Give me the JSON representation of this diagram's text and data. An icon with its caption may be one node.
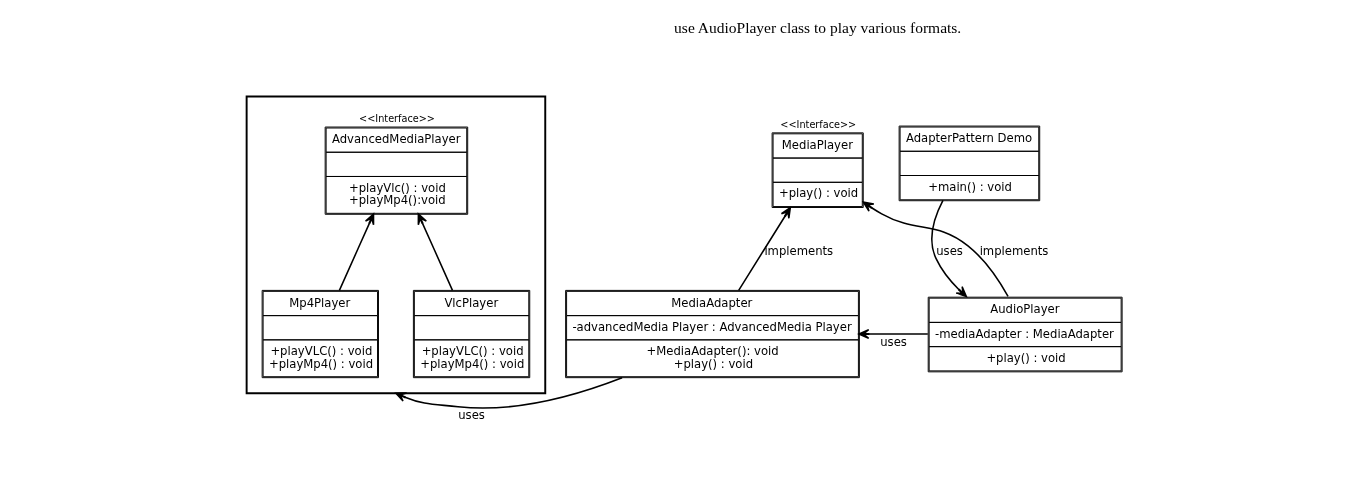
{
  "diagram": {
    "nodes": [
      {
        "text": [],
        "shape": "box"
      },
      {
        "text": [
          "<<Interface>>",
          "AdvancedMediaPlayer",
          "+playVlc() : void",
          "+playMp4():void"
        ],
        "in": 0
      },
      {
        "text": [
          "VlcPlayer",
          "+playVLC() : void",
          "+playMp4() : void"
        ],
        "in": 0
      },
      {
        "text": [
          "Mp4Player",
          "+playVLC() : void",
          "+playMp4() : void"
        ],
        "in": 0
      },
      {
        "text": [
          "<<Interface>>",
          "MediaPlayer",
          "+play() : void"
        ]
      },
      {
        "text": [
          "AdapterPattern Demo",
          "+main() : void"
        ]
      },
      {
        "text": [
          "MediaAdapter",
          "-advancedMedia Player : AdvancedMedia Player",
          "+MediaAdapter(): void",
          "+play() : void"
        ]
      },
      {
        "text": [
          "AudioPlayer",
          "-mediaAdapter : MediaAdapter",
          "+play() : void"
        ]
      }
    ],
    "edges": [
      {
        "from": 2,
        "to": 1,
        "arrow": "to"
      },
      {
        "from": 3,
        "to": 1,
        "arrow": "to"
      },
      {
        "from": 6,
        "to": 4,
        "arrow": "to",
        "label": "implements"
      },
      {
        "from": 7,
        "to": 4,
        "arrow": "to",
        "label": "implements"
      },
      {
        "from": 5,
        "to": 7,
        "arrow": "to",
        "label": "uses"
      },
      {
        "from": 7,
        "to": 6,
        "arrow": "to",
        "label": "uses"
      },
      {
        "from": 6,
        "to": 0,
        "arrow": "to",
        "label": "uses"
      }
    ],
    "labels": [
      "use AudioPlayer class to play various formats."
    ]
  }
}
